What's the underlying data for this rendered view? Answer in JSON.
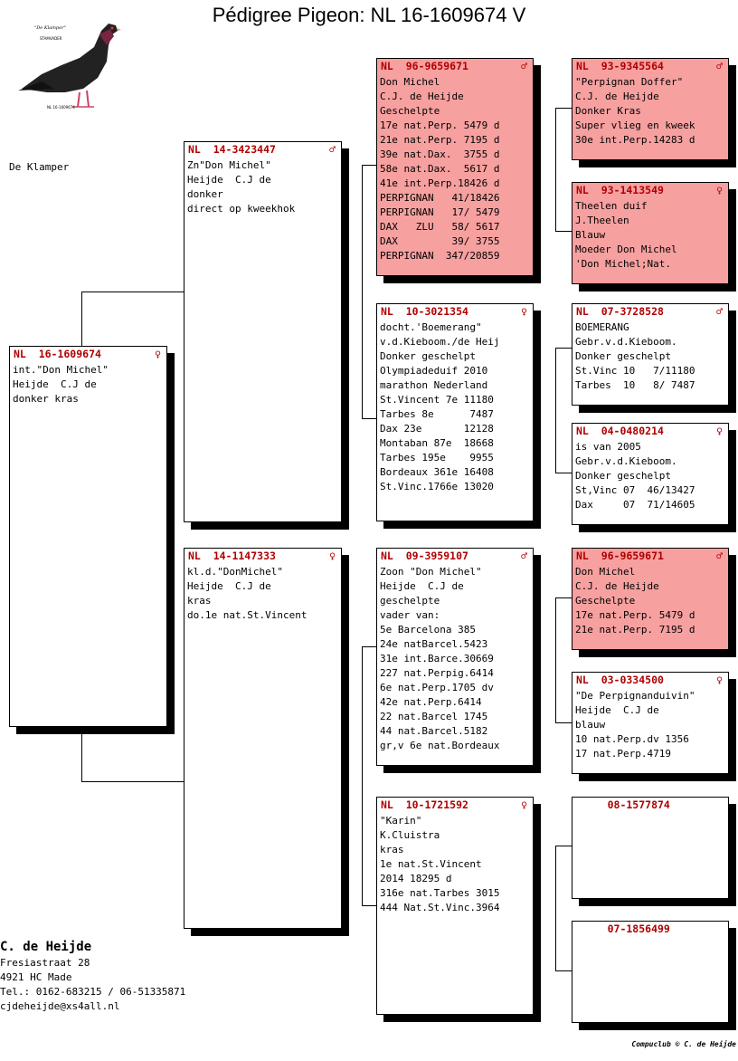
{
  "title": "Pédigree Pigeon: NL  16-1609674 V",
  "logo": {
    "caption_top": "\"De Klamper\"",
    "caption_mid": "STAMVADER",
    "caption_bottom": "NL 16-1609674"
  },
  "pigeon_name": "De Klamper",
  "owner": {
    "name": "C. de Heijde",
    "street": "Fresiastraat 28",
    "city": "4921 HC  Made",
    "tel": "Tel.: 0162-683215 / 06-51335871",
    "email": "cjdeheijde@xs4all.nl"
  },
  "footer": "Compuclub © C. de Heijde",
  "colors": {
    "header_red": "#b00000",
    "highlight_pink": "#f7a0a0"
  },
  "boxes": [
    {
      "id": "subject",
      "ring": "NL  16-1609674",
      "sex": "♀",
      "pink": false,
      "lines": [
        "int.\"Don Michel\"",
        "Heijde  C.J de",
        "donker kras"
      ]
    },
    {
      "id": "father",
      "ring": "NL  14-3423447",
      "sex": "♂",
      "pink": false,
      "lines": [
        "Zn\"Don Michel\"",
        "Heijde  C.J de",
        "donker",
        "direct op kweekhok"
      ]
    },
    {
      "id": "mother",
      "ring": "NL  14-1147333",
      "sex": "♀",
      "pink": false,
      "lines": [
        "kl.d.\"DonMichel\"",
        "Heijde  C.J de",
        "kras",
        "do.1e nat.St.Vincent"
      ]
    },
    {
      "id": "ff",
      "ring": "NL  96-9659671",
      "sex": "♂",
      "pink": true,
      "lines": [
        "Don Michel",
        "C.J. de Heijde",
        "Geschelpte",
        "17e nat.Perp. 5479 d",
        "21e nat.Perp. 7195 d",
        "39e nat.Dax.  3755 d",
        "58e nat.Dax.  5617 d",
        "41e int.Perp.18426 d",
        "PERPIGNAN   41/18426",
        "PERPIGNAN   17/ 5479",
        "DAX   ZLU   58/ 5617",
        "DAX         39/ 3755",
        "PERPIGNAN  347/20859"
      ]
    },
    {
      "id": "fm",
      "ring": "NL  10-3021354",
      "sex": "♀",
      "pink": false,
      "lines": [
        "docht.'Boemerang\"",
        "v.d.Kieboom./de Heij",
        "Donker geschelpt",
        "Olympiadeduif 2010",
        "marathon Nederland",
        "St.Vincent 7e 11180",
        "Tarbes 8e      7487",
        "Dax 23e       12128",
        "Montaban 87e  18668",
        "Tarbes 195e    9955",
        "Bordeaux 361e 16408",
        "St.Vinc.1766e 13020"
      ]
    },
    {
      "id": "mf",
      "ring": "NL  09-3959107",
      "sex": "♂",
      "pink": false,
      "lines": [
        "Zoon \"Don Michel\"",
        "Heijde  C.J de",
        "geschelpte",
        "vader van:",
        "5e Barcelona 385",
        "24e natBarcel.5423",
        "31e int.Barce.30669",
        "227 nat.Perpig.6414",
        "6e nat.Perp.1705 dv",
        "42e nat.Perp.6414",
        "22 nat.Barcel 1745",
        "44 nat.Barcel.5182",
        "gr,v 6e nat.Bordeaux"
      ]
    },
    {
      "id": "mm",
      "ring": "NL  10-1721592",
      "sex": "♀",
      "pink": false,
      "lines": [
        "\"Karin\"",
        "K.Cluistra",
        "kras",
        "1e nat.St.Vincent",
        "2014 18295 d",
        "316e nat.Tarbes 3015",
        "444 Nat.St.Vinc.3964"
      ]
    },
    {
      "id": "fff",
      "ring": "NL  93-9345564",
      "sex": "♂",
      "pink": true,
      "lines": [
        "\"Perpignan Doffer\"",
        "C.J. de Heijde",
        "Donker Kras",
        "Super vlieg en kweek",
        "30e int.Perp.14283 d"
      ]
    },
    {
      "id": "ffm",
      "ring": "NL  93-1413549",
      "sex": "♀",
      "pink": true,
      "lines": [
        "Theelen duif",
        "J.Theelen",
        "Blauw",
        "Moeder Don Michel",
        "'Don Michel;Nat."
      ]
    },
    {
      "id": "fmf",
      "ring": "NL  07-3728528",
      "sex": "♂",
      "pink": false,
      "lines": [
        "BOEMERANG",
        "Gebr.v.d.Kieboom.",
        "Donker geschelpt",
        "St.Vinc 10   7/11180",
        "Tarbes  10   8/ 7487"
      ]
    },
    {
      "id": "fmm",
      "ring": "NL  04-0480214",
      "sex": "♀",
      "pink": false,
      "lines": [
        "is van 2005",
        "Gebr.v.d.Kieboom.",
        "Donker geschelpt",
        "St,Vinc 07  46/13427",
        "Dax     07  71/14605"
      ]
    },
    {
      "id": "mff",
      "ring": "NL  96-9659671",
      "sex": "♂",
      "pink": true,
      "lines": [
        "Don Michel",
        "C.J. de Heijde",
        "Geschelpte",
        "17e nat.Perp. 5479 d",
        "21e nat.Perp. 7195 d"
      ]
    },
    {
      "id": "mfm",
      "ring": "NL  03-0334500",
      "sex": "♀",
      "pink": false,
      "lines": [
        "\"De Perpignanduivin\"",
        "Heijde  C.J de",
        "blauw",
        "10 nat.Perp.dv 1356",
        "17 nat.Perp.4719"
      ]
    },
    {
      "id": "mmf",
      "ring": "     08-1577874",
      "sex": "",
      "pink": false,
      "lines": []
    },
    {
      "id": "mmm",
      "ring": "     07-1856499",
      "sex": "",
      "pink": false,
      "lines": []
    }
  ]
}
